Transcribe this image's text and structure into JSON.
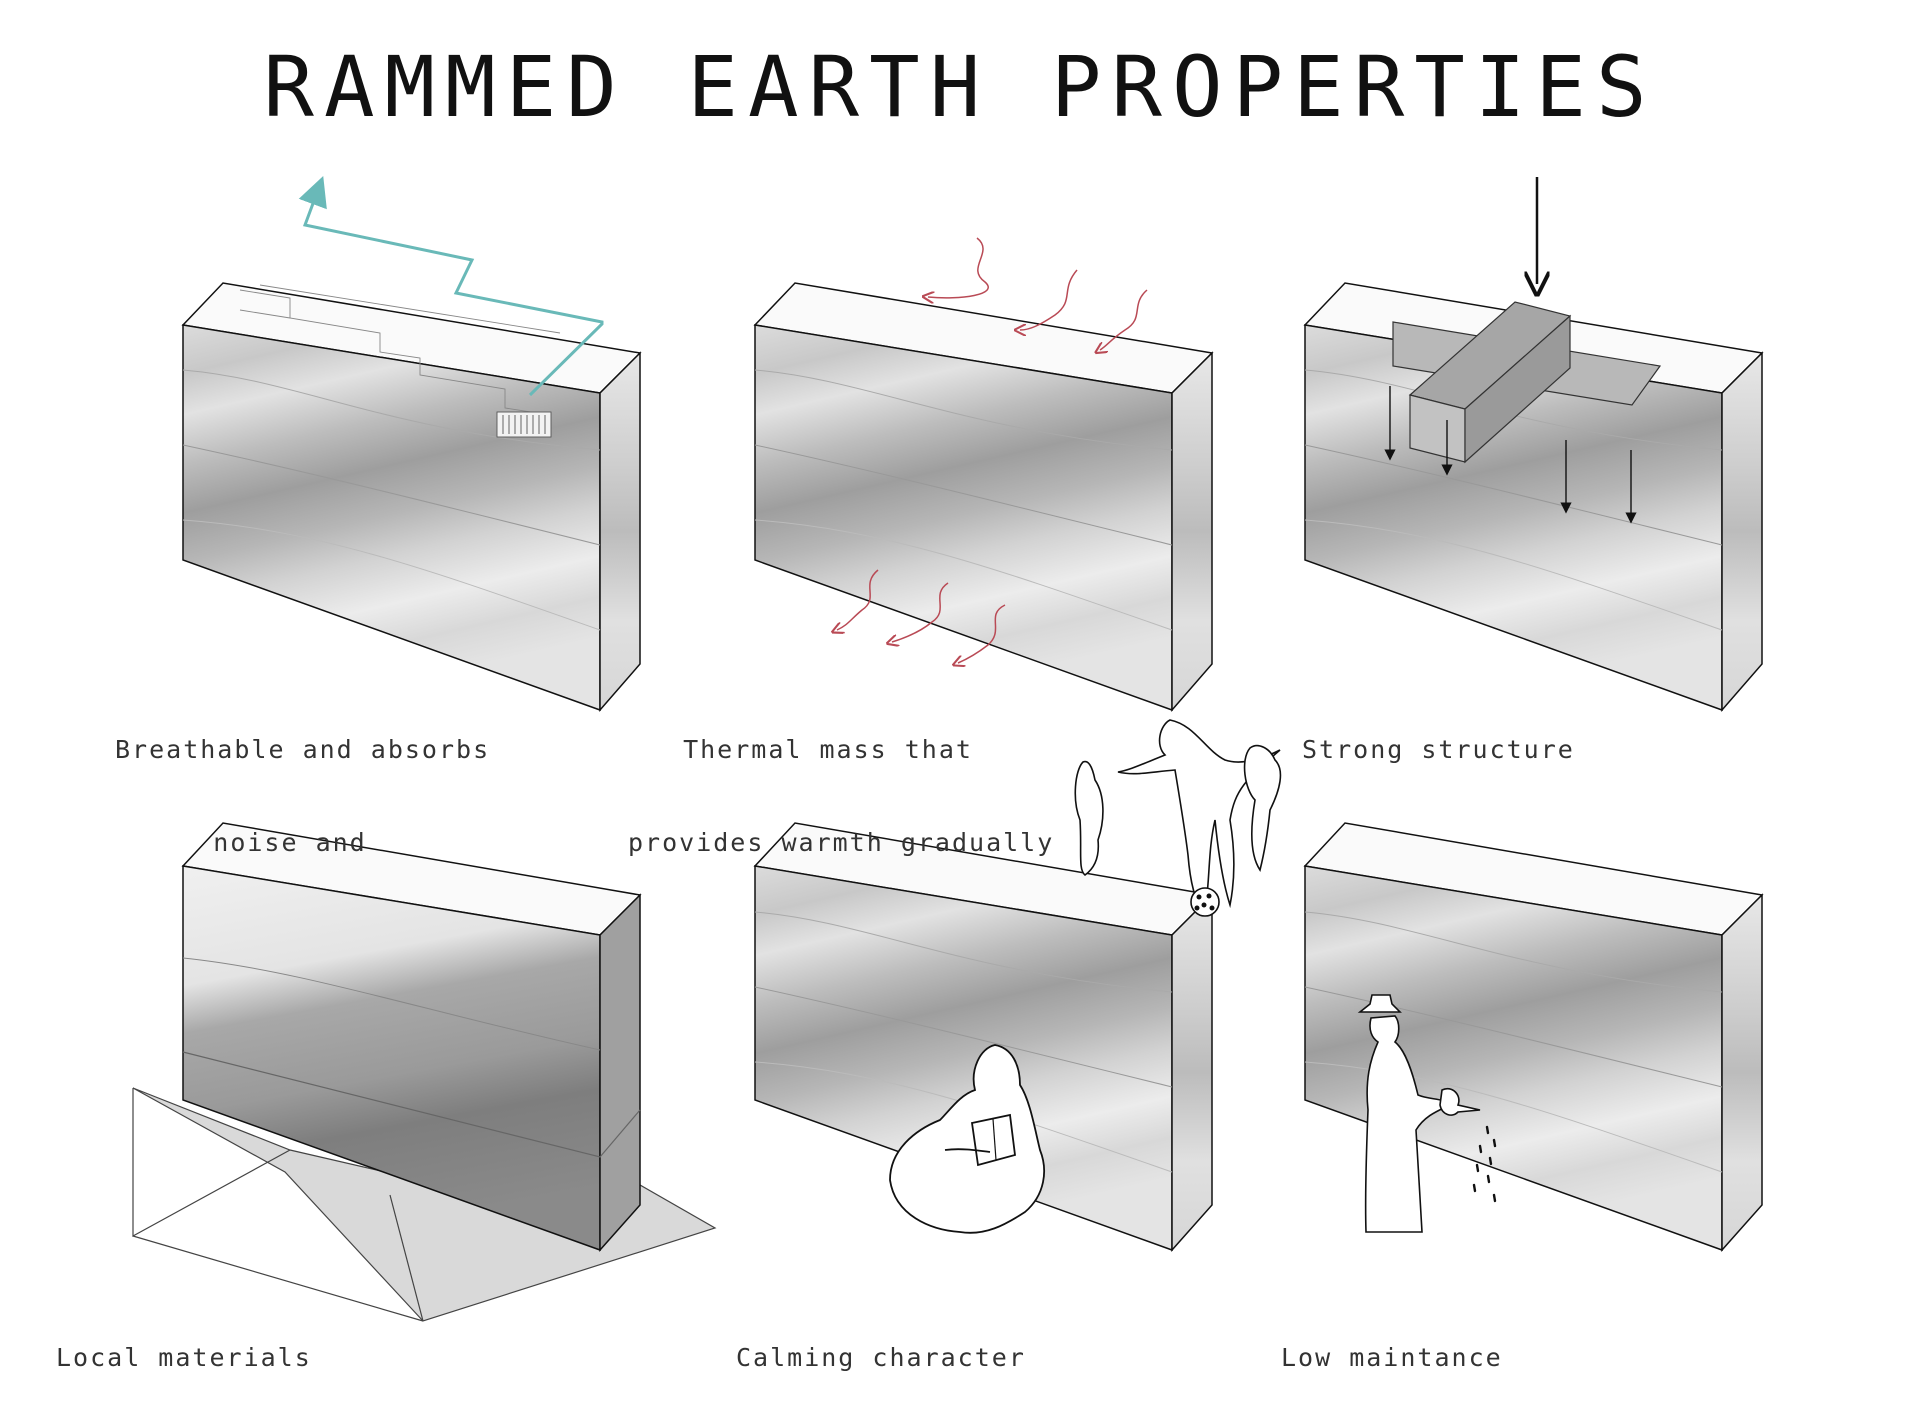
{
  "title": "RAMMED EARTH PROPERTIES",
  "panels": [
    {
      "caption_lines": [
        "Breathable and absorbs",
        "noise and"
      ]
    },
    {
      "caption_lines": [
        "Thermal mass that",
        "provides warmth gradually"
      ]
    },
    {
      "caption_lines": [
        "Strong structure"
      ]
    },
    {
      "caption_lines": [
        "Local materials"
      ]
    },
    {
      "caption_lines": [
        "Calming character"
      ]
    },
    {
      "caption_lines": [
        "Low maintance"
      ]
    }
  ],
  "colors": {
    "airflow_arrow": "#69b9b8",
    "heat_arrows": "#b94a55",
    "load_arrows": "#111111",
    "wall_light": "#e6e6e6",
    "wall_dark": "#9c9c9c",
    "shadow": "#d4d4d4"
  }
}
